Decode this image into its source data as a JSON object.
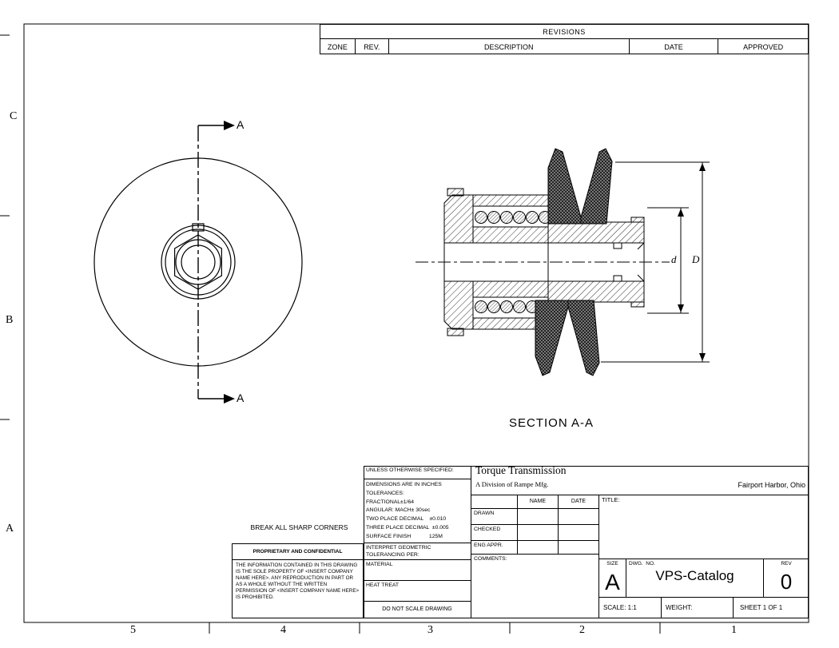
{
  "sheet": {
    "zone_rows": [
      "C",
      "B",
      "A"
    ],
    "zone_cols": [
      "5",
      "4",
      "3",
      "2",
      "1"
    ]
  },
  "revisions": {
    "title": "REVISIONS",
    "columns": [
      "ZONE",
      "REV.",
      "DESCRIPTION",
      "DATE",
      "APPROVED"
    ]
  },
  "views": {
    "section_title": "SECTION A-A",
    "cut_arrow_top": "A",
    "cut_arrow_bottom": "A",
    "dim_small": "d",
    "dim_large": "D"
  },
  "notes": {
    "break_corners": "BREAK ALL SHARP CORNERS"
  },
  "proprietary": {
    "title": "PROPRIETARY AND CONFIDENTIAL",
    "body": "THE INFORMATION CONTAINED IN THIS DRAWING IS THE SOLE PROPERTY OF <INSERT COMPANY NAME HERE>.  ANY REPRODUCTION IN PART OR AS A WHOLE WITHOUT THE WRITTEN PERMISSION OF <INSERT COMPANY NAME HERE> IS PROHIBITED.",
    "bg_color": "#ffffff"
  },
  "spec_block": {
    "header": "UNLESS OTHERWISE SPECIFIED:",
    "dims_units": "DIMENSIONS ARE IN INCHES",
    "tolerances_label": "TOLERANCES:",
    "fractional": "FRACTIONAL±1/64",
    "angular": "ANGULAR: MACH± 30sec",
    "two_place": "TWO PLACE DECIMAL    ±0.010",
    "three_place": "THREE PLACE DECIMAL  ±0.005",
    "surface_finish": "SURFACE FINISH            125M",
    "interpret": "INTERPRET GEOMETRIC TOLERANCING PER:",
    "material_label": "MATERIAL",
    "heat_treat_label": "HEAT TREAT",
    "do_not_scale": "DO NOT SCALE DRAWING"
  },
  "company": {
    "name": "Torque Transmission",
    "division": "A Division of Rampe Mfg.",
    "location": "Fairport Harbor, Ohio"
  },
  "approvals": {
    "name_col": "NAME",
    "date_col": "DATE",
    "rows": [
      "DRAWN",
      "CHECKED",
      "ENG APPR."
    ],
    "comments_label": "COMMENTS:"
  },
  "title_block": {
    "title_label": "TITLE:",
    "size_label": "SIZE",
    "size_value": "A",
    "dwg_no_label": "DWG.  NO.",
    "dwg_no_value": "VPS-Catalog",
    "rev_label": "REV",
    "rev_value": "0",
    "scale": "SCALE: 1:1",
    "weight": "WEIGHT:",
    "sheet": "SHEET 1 OF 1",
    "line_color": "#000000"
  }
}
